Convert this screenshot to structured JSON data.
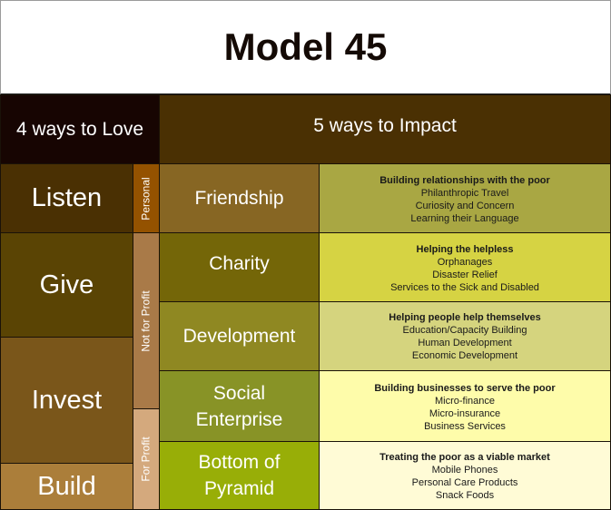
{
  "title": "Model 45",
  "headers": {
    "love": "4 ways to Love",
    "impact": "5 ways to Impact"
  },
  "love_ways": [
    {
      "label": "Listen",
      "color": "#4a3003"
    },
    {
      "label": "Give",
      "color": "#5a4404"
    },
    {
      "label": "Invest",
      "color": "#7a561a"
    },
    {
      "label": "Build",
      "color": "#ab7e3a"
    }
  ],
  "categories": [
    {
      "label": "Personal",
      "color": "#945200"
    },
    {
      "label": "Not for Profit",
      "color": "#a97a48"
    },
    {
      "label": "For Profit",
      "color": "#d4a97d"
    }
  ],
  "impact_ways": [
    {
      "label_lines": [
        "Friendship"
      ],
      "color": "#876623",
      "desc_color": "#a9a743",
      "heading": "Building relationships with the poor",
      "items": [
        "Philanthropic Travel",
        "Curiosity and Concern",
        "Learning their Language"
      ]
    },
    {
      "label_lines": [
        "Charity"
      ],
      "color": "#746608",
      "desc_color": "#d6d343",
      "heading": "Helping the helpless",
      "items": [
        "Orphanages",
        "Disaster Relief",
        "Services to the Sick and Disabled"
      ]
    },
    {
      "label_lines": [
        "Development"
      ],
      "color": "#8f8822",
      "desc_color": "#d5d47e",
      "heading": "Helping people help themselves",
      "items": [
        "Education/Capacity Building",
        "Human Development",
        "Economic Development"
      ]
    },
    {
      "label_lines": [
        "Social",
        "Enterprise"
      ],
      "color": "#889326",
      "desc_color": "#fefcaa",
      "heading": "Building businesses to serve the poor",
      "items": [
        "Micro-finance",
        "Micro-insurance",
        "Business Services"
      ]
    },
    {
      "label_lines": [
        "Bottom of",
        "Pyramid"
      ],
      "color": "#98ae07",
      "desc_color": "#fffbd6",
      "heading": "Treating the poor as a viable market",
      "items": [
        "Mobile Phones",
        "Personal Care Products",
        "Snack Foods"
      ]
    }
  ]
}
